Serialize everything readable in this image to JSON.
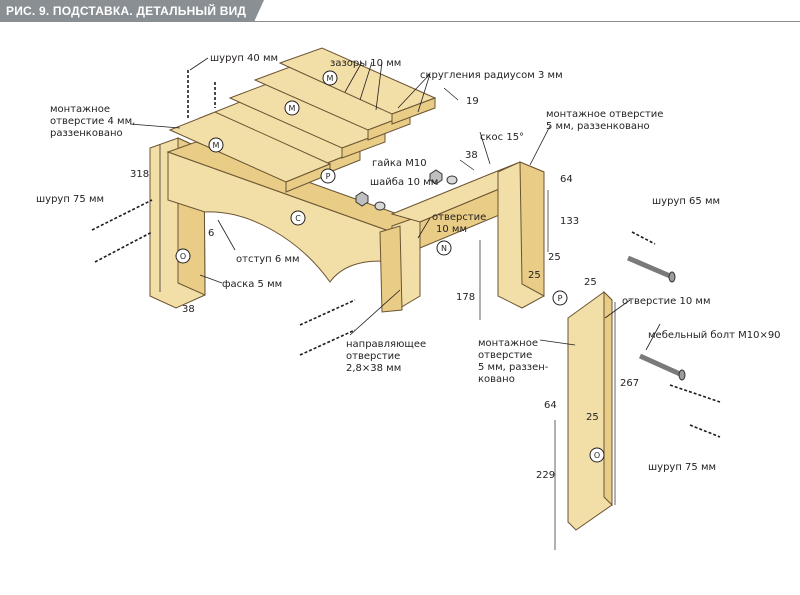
{
  "title": "РИС. 9. ПОДСТАВКА. ДЕТАЛЬНЫЙ ВИД",
  "labels": {
    "screw40": "шуруп 40 мм",
    "gaps": "зазоры 10 мм",
    "rounding": "скругления радиусом 3 мм",
    "mount_hole_a1": "монтажное",
    "mount_hole_a2": "отверстие 4 мм,",
    "mount_hole_a3": "раззенковано",
    "mount_hole_b1": "монтажное отверстие",
    "mount_hole_b2": "5 мм, раззенковано",
    "bevel": "скос 15°",
    "nut": "гайка М10",
    "washer": "шайба 10 мм",
    "screw75_left": "шуруп 75 мм",
    "screw65": "шуруп 65 мм",
    "hole10_mid1": "отверстие",
    "hole10_mid2": "10 мм",
    "offset": "отступ 6 мм",
    "chamfer": "фаска 5 мм",
    "pilot1": "направляющее",
    "pilot2": "отверстие",
    "pilot3": "2,8×38 мм",
    "mount_hole_c1": "монтажное",
    "mount_hole_c2": "отверстие",
    "mount_hole_c3": "5 мм, раззен-",
    "mount_hole_c4": "ковано",
    "hole10_right": "отверстие 10 мм",
    "bolt": "мебельный болт М10×90",
    "screw75_right": "шуруп 75 мм"
  },
  "dimensions": {
    "d19": "19",
    "d38_top": "38",
    "d318": "318",
    "d6": "6",
    "d38_bottom": "38",
    "d64_top": "64",
    "d133": "133",
    "d25_a": "25",
    "d25_b": "25",
    "d178": "178",
    "d25_c": "25",
    "d267": "267",
    "d64_bottom": "64",
    "d25_d": "25",
    "d229": "229"
  },
  "parts": {
    "m1": "M",
    "m2": "M",
    "m3": "M",
    "p1": "P",
    "p2": "P",
    "c": "C",
    "n": "N",
    "o1": "O",
    "o2": "O"
  }
}
